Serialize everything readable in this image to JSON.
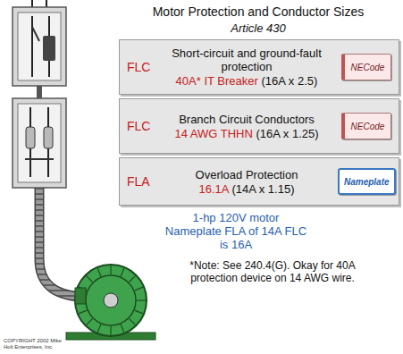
{
  "diagram": {
    "title": "Motor Protection and Conductor Sizes",
    "nodes": [
      {
        "text": [
          "FLC",
          "Short-circuit and ground-fault protection",
          "40A* IT Breaker",
          "(16A x 2.5)"
        ]
      },
      {
        "text": [
          "NECode"
        ],
        "in": 0
      },
      {
        "text": [
          "FLC",
          "Branch Circuit Conductors",
          "14 AWG THHN",
          "(16A x 1.25)"
        ]
      },
      {
        "text": [
          "NECode"
        ],
        "in": 2
      },
      {
        "text": [
          "FLA",
          "Overload Protection",
          "16.1A",
          "(14A x 1.15)"
        ]
      },
      {
        "text": [
          "Nameplate"
        ],
        "in": 4
      }
    ],
    "labels": [
      "Article 430",
      "1-hp 120V motor Nameplate FLA of 14A FLC is 16A",
      "*Note: See 240.4(G). Okay for 40A protection device on 14 AWG wire.",
      "COPYRIGHT 2002 Mike Holt Enterprises, Inc."
    ]
  }
}
